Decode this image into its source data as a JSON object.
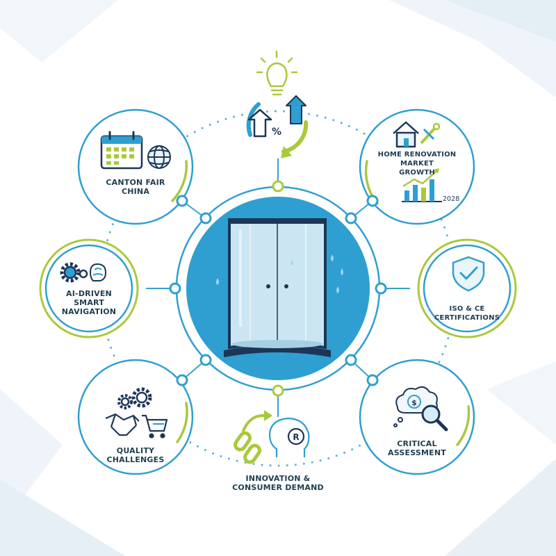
{
  "nodes": {
    "canton": {
      "label_lines": [
        "CANTON FAIR",
        "CHINA"
      ]
    },
    "home_renovation": {
      "label_lines": [
        "HOME RENOVATION MARKET",
        "GROWTH"
      ],
      "year": "2028"
    },
    "ai_navigation": {
      "label_lines": [
        "AI-DRIVEN",
        "SMART",
        "NAVIGATION"
      ]
    },
    "certifications": {
      "label_lines": [
        "ISO & CE",
        "CERTIFICATIONS"
      ]
    },
    "quality": {
      "label_lines": [
        "QUALITY",
        "CHALLENGES"
      ]
    },
    "critical": {
      "label_lines": [
        "CRITICAL",
        "ASSESSMENT"
      ]
    },
    "innovation": {
      "label_lines": [
        "INNOVATION &",
        "CONSUMER DEMAND"
      ]
    },
    "market": {
      "percent_symbol": "%"
    }
  },
  "colors": {
    "primary_blue": "#2e9fd0",
    "dark_navy": "#1d3557",
    "lime": "#a9c93c",
    "light_ring": "#cfe6f1",
    "dot_blue": "#5fb3d8"
  },
  "icons": [
    "lightbulb-icon",
    "up-arrow-percent-icon",
    "calendar-icon",
    "globe-icon",
    "house-tools-icon",
    "bar-chart-growth-icon",
    "gears-icon",
    "brain-icon",
    "shield-check-icon",
    "gear-icon",
    "handshake-icon",
    "shopping-cart-icon",
    "money-thought-icon",
    "magnifier-icon",
    "chain-link-icon",
    "head-registered-icon",
    "shower-enclosure-icon"
  ]
}
